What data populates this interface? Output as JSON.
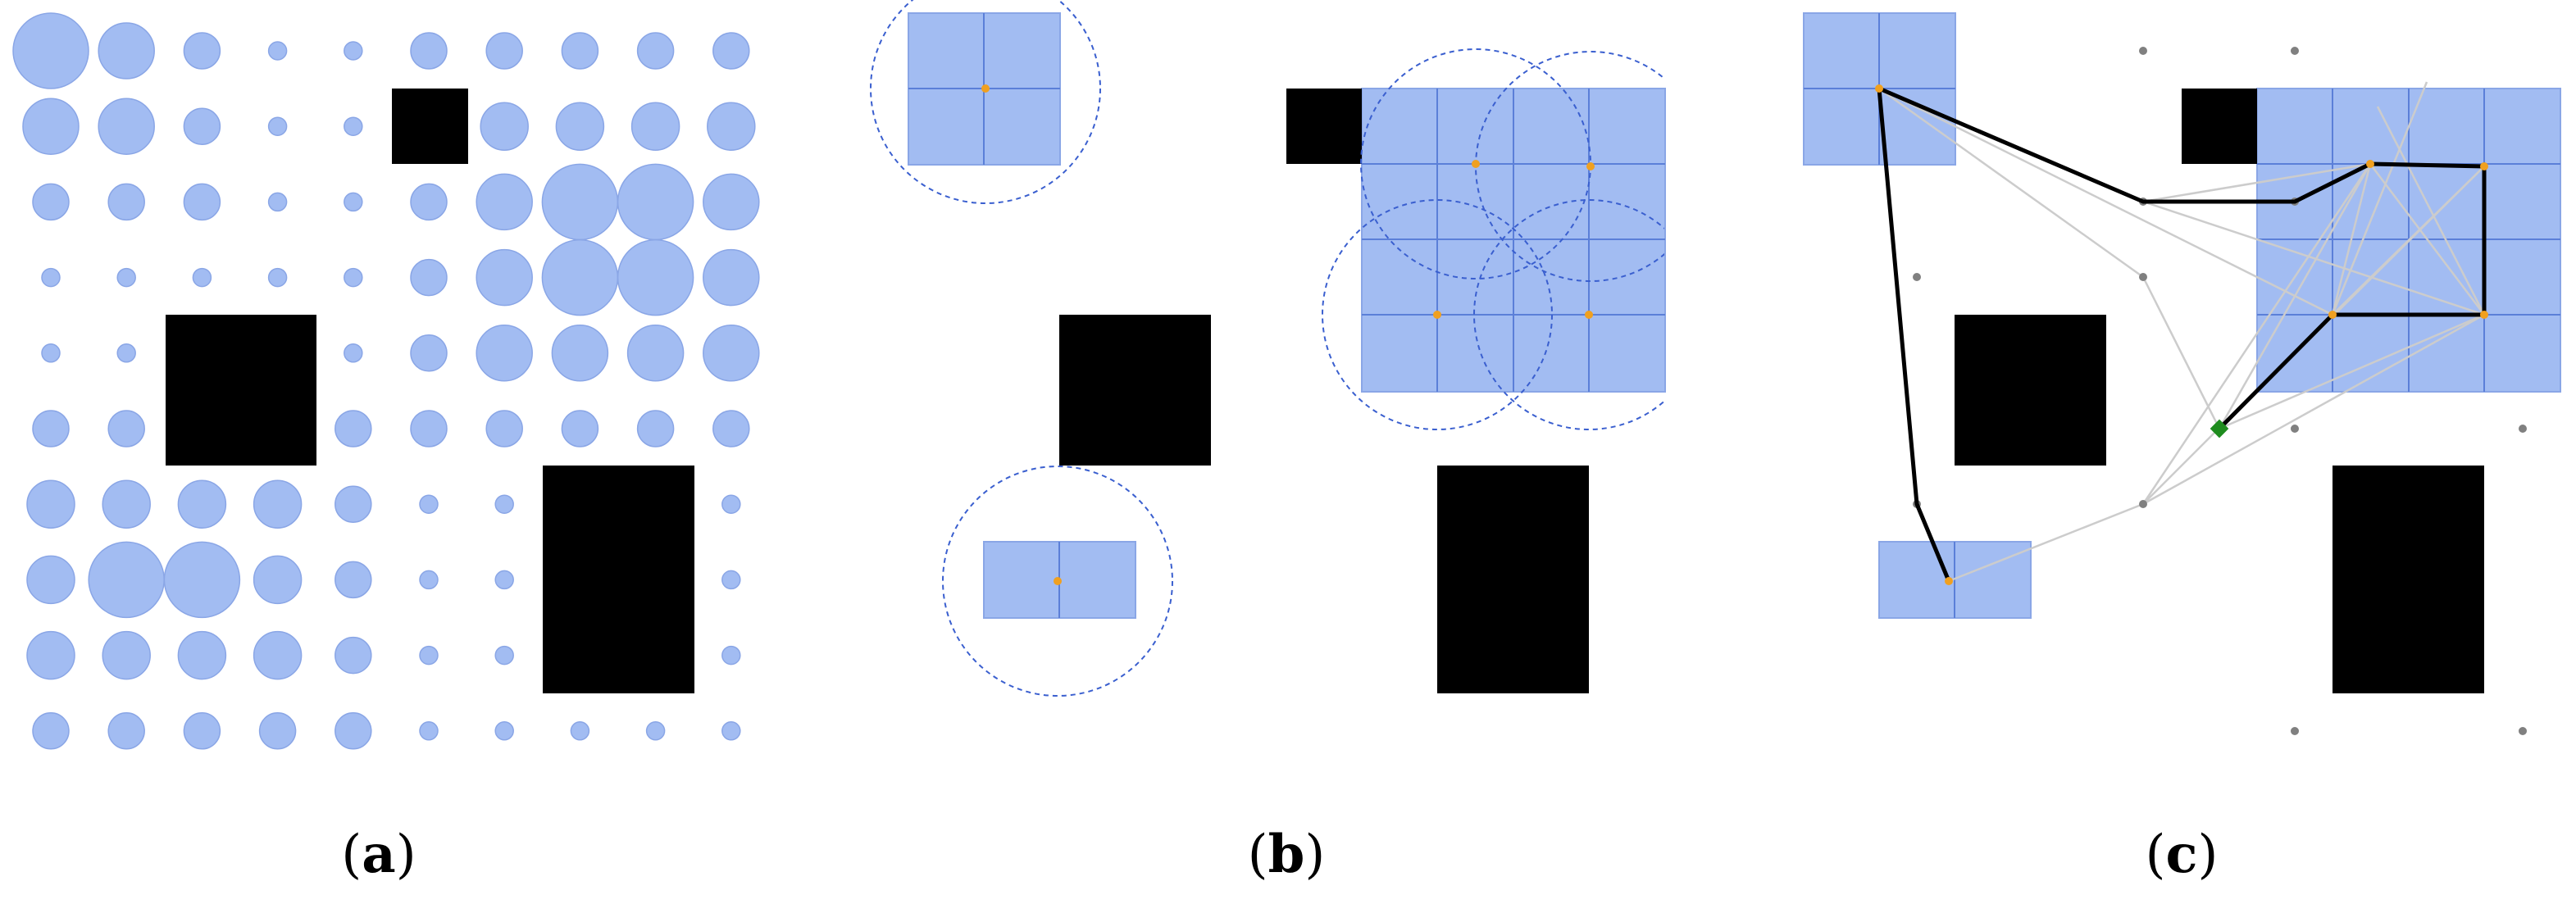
{
  "colors": {
    "cell_fill": "#a2bcf2",
    "cell_stroke": "#8aa6e6",
    "grid_line": "#5b7fd8",
    "obstacle": "#000000",
    "sensor_point": "#f0a020",
    "range_circle": "#3a5fcf",
    "waypoint": "#808080",
    "graph_edge": "#cccccc",
    "path": "#000000",
    "start_node": "#1e8c1e"
  },
  "panels": [
    {
      "id": "a",
      "caption_open": "(",
      "caption_letter": "a",
      "caption_close": ")"
    },
    {
      "id": "b",
      "caption_open": "(",
      "caption_letter": "b",
      "caption_close": ")"
    },
    {
      "id": "c",
      "caption_open": "(",
      "caption_letter": "c",
      "caption_close": ")"
    }
  ],
  "panel_a": {
    "circle_level_grid": [
      [
        5,
        4,
        2,
        1,
        1,
        2,
        2,
        2,
        2,
        2
      ],
      [
        4,
        4,
        2,
        1,
        1,
        0,
        3,
        3,
        3,
        3
      ],
      [
        2,
        2,
        2,
        1,
        1,
        2,
        4,
        5,
        5,
        4
      ],
      [
        1,
        1,
        1,
        1,
        1,
        2,
        4,
        5,
        5,
        4
      ],
      [
        1,
        1,
        0,
        0,
        1,
        2,
        4,
        4,
        4,
        4
      ],
      [
        2,
        2,
        0,
        0,
        2,
        2,
        2,
        2,
        2,
        2
      ],
      [
        3,
        3,
        3,
        3,
        2,
        1,
        1,
        0,
        0,
        1
      ],
      [
        3,
        5,
        5,
        3,
        2,
        1,
        1,
        0,
        0,
        1
      ],
      [
        3,
        3,
        3,
        3,
        2,
        1,
        1,
        0,
        0,
        1
      ],
      [
        2,
        2,
        2,
        2,
        2,
        1,
        1,
        1,
        1,
        1
      ]
    ]
  }
}
